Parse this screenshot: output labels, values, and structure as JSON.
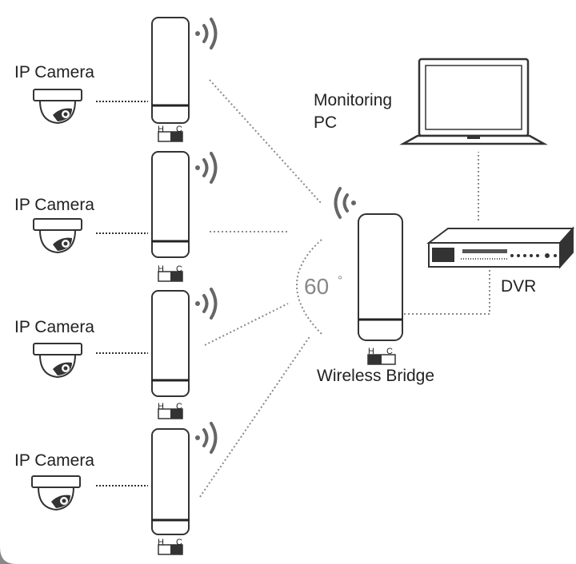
{
  "cameras": [
    {
      "label": "IP Camera",
      "switch_h": "H",
      "switch_c": "C"
    },
    {
      "label": "IP Camera",
      "switch_h": "H",
      "switch_c": "C"
    },
    {
      "label": "IP Camera",
      "switch_h": "H",
      "switch_c": "C"
    },
    {
      "label": "IP Camera",
      "switch_h": "H",
      "switch_c": "C"
    }
  ],
  "bridge": {
    "label": "Wireless Bridge",
    "switch_h": "H",
    "switch_c": "C"
  },
  "monitor": {
    "line1": "Monitoring",
    "line2": "PC"
  },
  "dvr": {
    "label": "DVR"
  },
  "angle": {
    "value": "60",
    "unit": "°"
  },
  "colors": {
    "line": "#333333",
    "signal": "#666666",
    "dotted": "#888888"
  }
}
